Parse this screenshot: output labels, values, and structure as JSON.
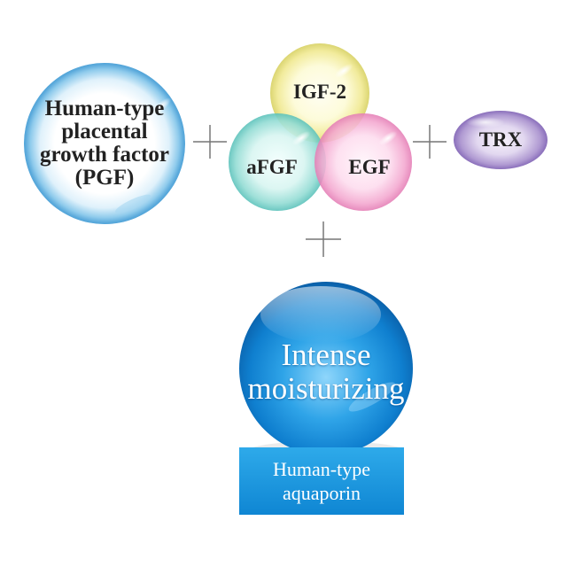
{
  "bubbles": {
    "pgf": {
      "lines": [
        "Human-type",
        "placental",
        "growth factor",
        "(PGF)"
      ]
    },
    "igf2": {
      "label": "IGF-2"
    },
    "afgf": {
      "label": "aFGF"
    },
    "egf": {
      "label": "EGF"
    },
    "trx": {
      "label": "TRX"
    }
  },
  "center": {
    "lines": [
      "Intense",
      "moisturizing"
    ]
  },
  "box": {
    "lines": [
      "Human-type",
      "aquaporin"
    ]
  },
  "colors": {
    "pgf": "#7fc3e8",
    "igf2": "#f2ea8e",
    "afgf": "#8fdcd6",
    "egf": "#f4a9cf",
    "trx": "#a692c9",
    "center_sphere": "#1a8fd8",
    "box": "#1a9ae0",
    "plus": "#777777"
  },
  "icons": [
    "plus-icon"
  ]
}
